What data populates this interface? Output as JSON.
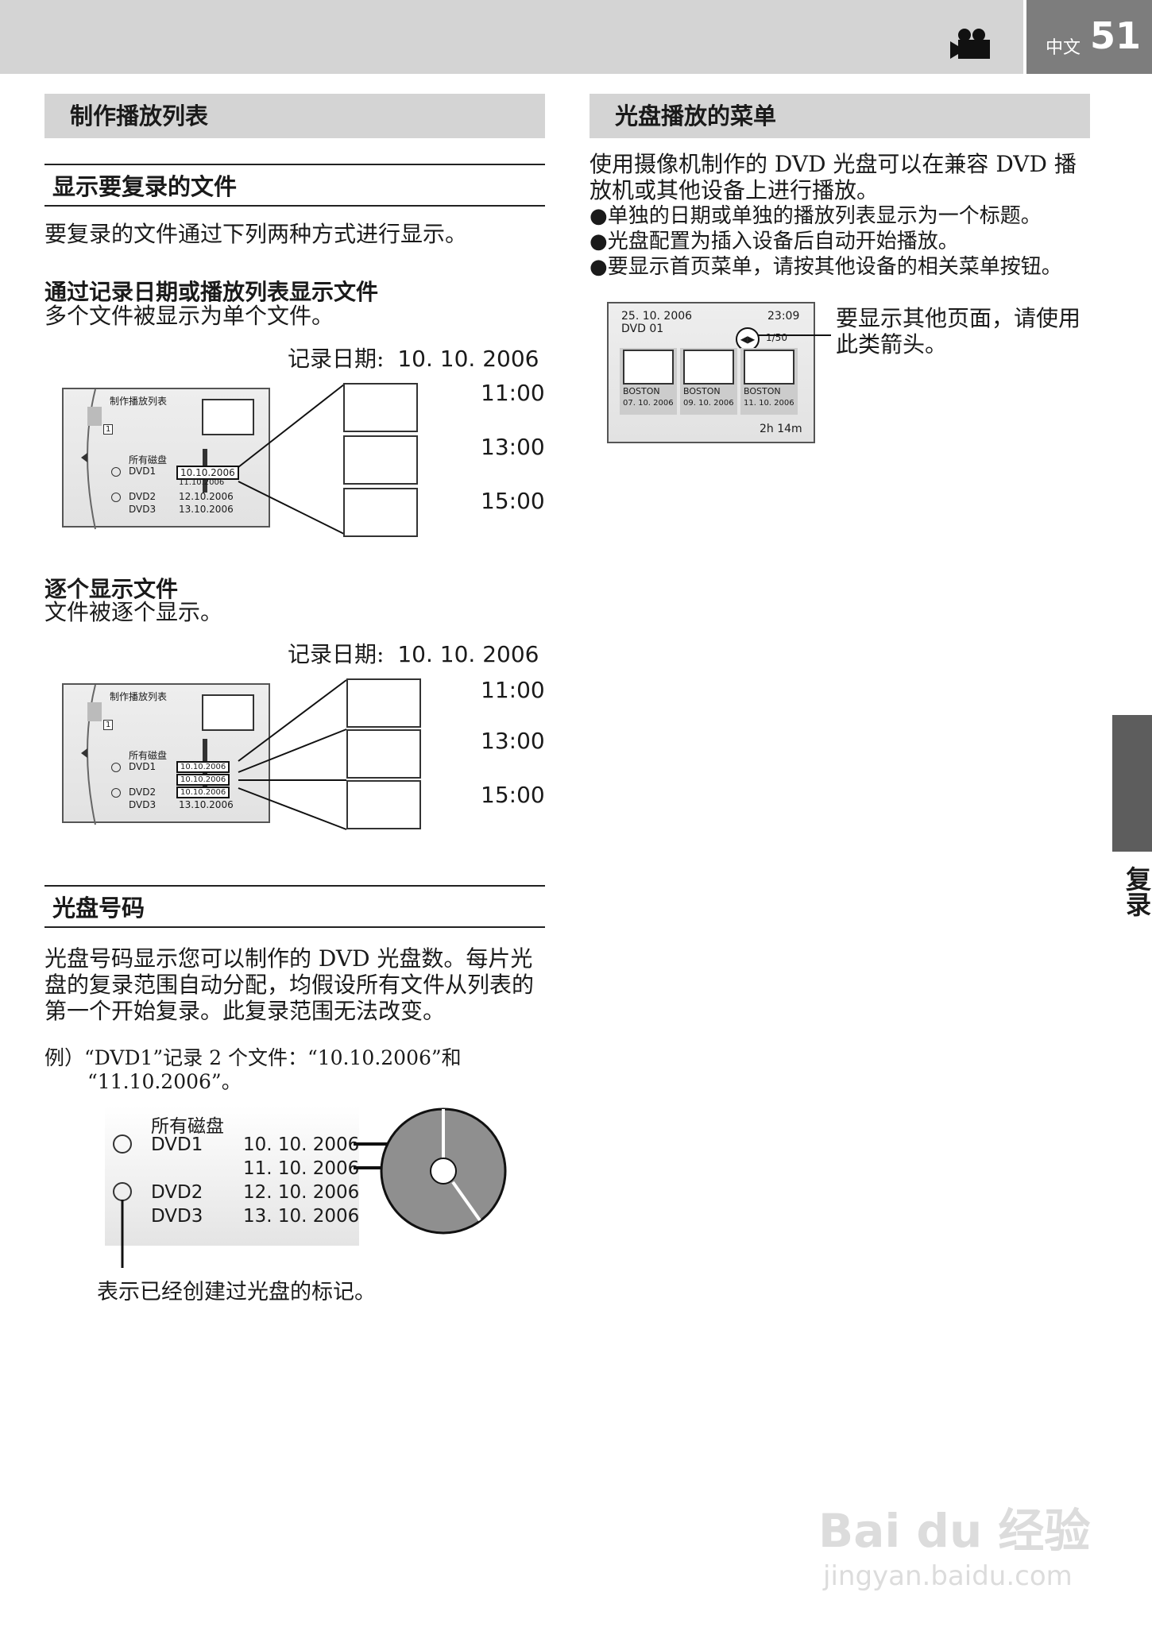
{
  "header": {
    "lang": "中文",
    "page_number": "51",
    "icon": "movie-camera-icon"
  },
  "side_tab": "复录",
  "left": {
    "section_title": "制作播放列表",
    "sub1": {
      "title": "显示要复录的文件",
      "intro": "要复录的文件通过下列两种方式进行显示。",
      "way1_title": "通过记录日期或播放列表显示文件",
      "way1_desc": "多个文件被显示为单个文件。",
      "way2_title": "逐个显示文件",
      "way2_desc": "文件被逐个显示。"
    },
    "diagram1": {
      "rec_date_label": "记录日期:",
      "rec_date": "10. 10. 2006",
      "times": [
        "11:00",
        "13:00",
        "15:00"
      ],
      "screen_title": "制作播放列表",
      "count": "1",
      "all_discs": "所有磁盘",
      "rows": [
        {
          "disc": "DVD1",
          "date": "10.10.2006"
        },
        {
          "disc": "",
          "date": "11.10.2006"
        },
        {
          "disc": "DVD2",
          "date": "12.10.2006"
        },
        {
          "disc": "DVD3",
          "date": "13.10.2006"
        }
      ]
    },
    "diagram2": {
      "rec_date_label": "记录日期:",
      "rec_date": "10. 10. 2006",
      "times": [
        "11:00",
        "13:00",
        "15:00"
      ],
      "screen_title": "制作播放列表",
      "count": "1",
      "all_discs": "所有磁盘",
      "rows": [
        {
          "disc": "DVD1",
          "date": "10.10.2006"
        },
        {
          "disc": "",
          "date": "10.10.2006"
        },
        {
          "disc": "DVD2",
          "date": "10.10.2006"
        },
        {
          "disc": "DVD3",
          "date": "13.10.2006"
        }
      ]
    },
    "sub2": {
      "title": "光盘号码",
      "desc": "光盘号码显示您可以制作的 DVD 光盘数。每片光盘的复录范围自动分配，均假设所有文件从列表的第一个开始复录。此复录范围无法改变。",
      "example_line1": "例）“DVD1”记录 2 个文件：“10.10.2006”和",
      "example_line2": "“11.10.2006”。"
    },
    "diagram3": {
      "all_discs": "所有磁盘",
      "rows": [
        {
          "disc": "DVD1",
          "date": "10. 10. 2006"
        },
        {
          "disc": "",
          "date": "11. 10. 2006"
        },
        {
          "disc": "DVD2",
          "date": "12. 10. 2006"
        },
        {
          "disc": "DVD3",
          "date": "13. 10. 2006"
        }
      ],
      "caption": "表示已经创建过光盘的标记。"
    }
  },
  "right": {
    "section_title": "光盘播放的菜单",
    "desc": "使用摄像机制作的 DVD 光盘可以在兼容 DVD 播放机或其他设备上进行播放。",
    "bullets": [
      "单独的日期或单独的播放列表显示为一个标题。",
      "光盘配置为插入设备后自动开始播放。",
      "要显示首页菜单，请按其他设备的相关菜单按钮。"
    ],
    "menu_screen": {
      "date": "25. 10. 2006",
      "time": "23:09",
      "disc": "DVD 01",
      "page": "1/50",
      "thumbs": [
        {
          "label": "BOSTON",
          "date": "07. 10. 2006"
        },
        {
          "label": "BOSTON",
          "date": "09. 10. 2006"
        },
        {
          "label": "BOSTON",
          "date": "11. 10. 2006"
        }
      ],
      "duration": "2h 14m"
    },
    "callout": "要显示其他页面，请使用此类箭头。"
  },
  "watermark": {
    "line1": "Bai du 经验",
    "line2": "jingyan.baidu.com"
  }
}
